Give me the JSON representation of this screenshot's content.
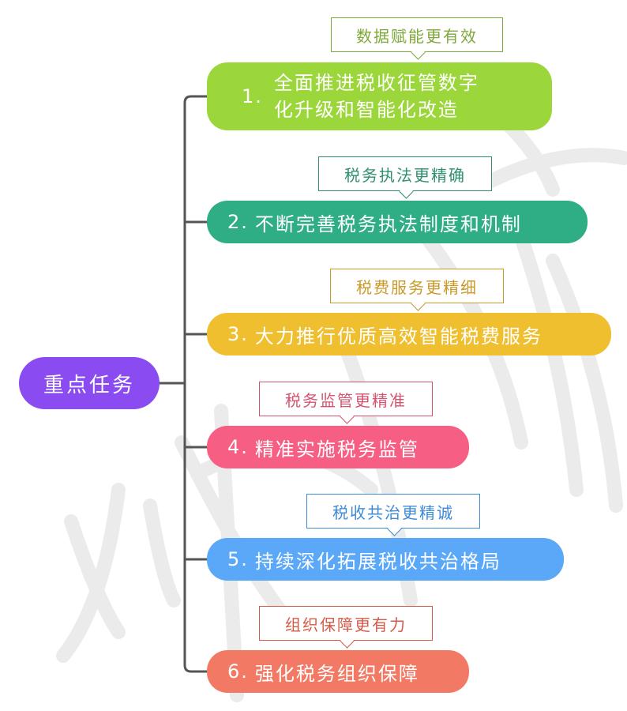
{
  "root": {
    "label": "重点任务",
    "color": "#8a4bf0"
  },
  "branches": [
    {
      "number": "1.",
      "lines": [
        "全面推进税收征管数字",
        "化升级和智能化改造"
      ],
      "note": "数据赋能更有效",
      "color": "#9bd63a",
      "note_color": "#7ea83a"
    },
    {
      "number": "2.",
      "label": "不断完善税务执法制度和机制",
      "note": "税务执法更精确",
      "color": "#2fae86",
      "note_color": "#2f8f70"
    },
    {
      "number": "3.",
      "label": "大力推行优质高效智能税费服务",
      "note": "税费服务更精细",
      "color": "#efbf2f",
      "note_color": "#c99a2a"
    },
    {
      "number": "4.",
      "label": "精准实施税务监管",
      "note": "税务监管更精准",
      "color": "#f65f83",
      "note_color": "#d4546f"
    },
    {
      "number": "5.",
      "label": "持续深化拓展税收共治格局",
      "note": "税收共治更精诚",
      "color": "#5aa8f7",
      "note_color": "#3f8ad6"
    },
    {
      "number": "6.",
      "label": "强化税务组织保障",
      "note": "组织保障更有力",
      "color": "#f27964",
      "note_color": "#d45b4a"
    }
  ],
  "connector_color": "#555555",
  "watermark_color": "#e8e8e8"
}
